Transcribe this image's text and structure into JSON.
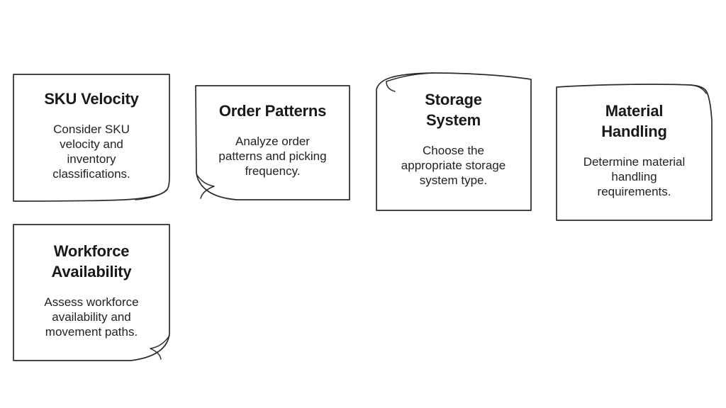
{
  "canvas": {
    "background_color": "#ffffff",
    "ink_color": "#2b2b2b",
    "text_color": "#1d1d1d"
  },
  "cards": [
    {
      "id": "sku-velocity",
      "title": "SKU Velocity",
      "body": "Consider SKU\nvelocity and\ninventory\nclassifications.",
      "fold": "bottom-right-curl"
    },
    {
      "id": "order-patterns",
      "title": "Order Patterns",
      "body": "Analyze order\npatterns and picking\nfrequency.",
      "fold": "bottom-left-dogear"
    },
    {
      "id": "storage-system",
      "title": "Storage\nSystem",
      "body": "Choose the\nappropriate storage\nsystem type.",
      "fold": "top-left-curl"
    },
    {
      "id": "material-handling",
      "title": "Material\nHandling",
      "body": "Determine material\nhandling\nrequirements.",
      "fold": "top-right-curl"
    },
    {
      "id": "workforce-availability",
      "title": "Workforce\nAvailability",
      "body": "Assess workforce\navailability and\nmovement paths.",
      "fold": "bottom-right-dogear"
    }
  ]
}
